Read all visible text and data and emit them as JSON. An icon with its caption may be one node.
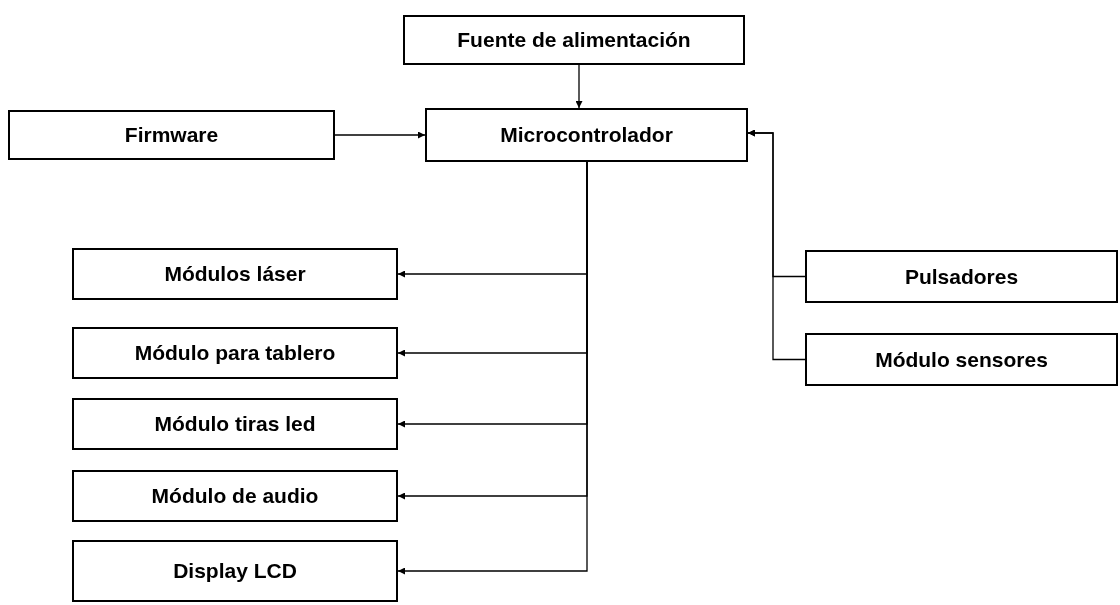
{
  "diagram": {
    "nodes": [
      {
        "text": [
          "Fuente de alimentación"
        ]
      },
      {
        "text": [
          "Firmware"
        ]
      },
      {
        "text": [
          "Microcontrolador"
        ]
      },
      {
        "text": [
          "Módulos láser"
        ]
      },
      {
        "text": [
          "Módulo para tablero"
        ]
      },
      {
        "text": [
          "Módulo tiras led"
        ]
      },
      {
        "text": [
          "Módulo de audio"
        ]
      },
      {
        "text": [
          "Display LCD"
        ]
      },
      {
        "text": [
          "Pulsadores"
        ]
      },
      {
        "text": [
          "Módulo sensores"
        ]
      }
    ],
    "edges": [
      {
        "from": 0,
        "to": 2,
        "arrow": "to"
      },
      {
        "from": 1,
        "to": 2,
        "arrow": "to"
      },
      {
        "from": 2,
        "to": 3,
        "arrow": "to"
      },
      {
        "from": 2,
        "to": 4,
        "arrow": "to"
      },
      {
        "from": 2,
        "to": 5,
        "arrow": "to"
      },
      {
        "from": 2,
        "to": 6,
        "arrow": "to"
      },
      {
        "from": 2,
        "to": 7,
        "arrow": "to"
      },
      {
        "from": 8,
        "to": 2,
        "arrow": "to"
      },
      {
        "from": 9,
        "to": 2,
        "arrow": "to"
      }
    ]
  }
}
